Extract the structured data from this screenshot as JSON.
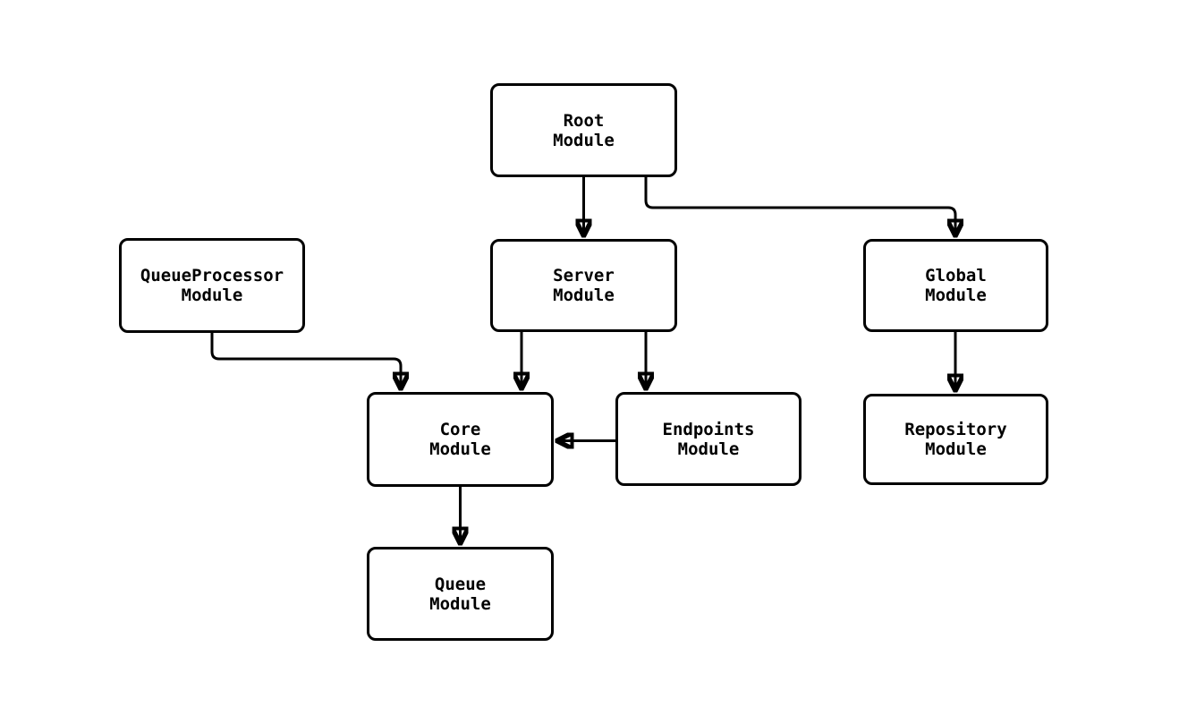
{
  "diagram": {
    "background_color": "#ffffff",
    "stroke_color": "#000000",
    "node_fill_color": "#ffffff",
    "nodes": [
      {
        "id": "root",
        "label": "Root\nModule"
      },
      {
        "id": "queueprocessor",
        "label": "QueueProcessor\nModule"
      },
      {
        "id": "server",
        "label": "Server\nModule"
      },
      {
        "id": "global",
        "label": "Global\nModule"
      },
      {
        "id": "core",
        "label": "Core\nModule"
      },
      {
        "id": "endpoints",
        "label": "Endpoints\nModule"
      },
      {
        "id": "repository",
        "label": "Repository\nModule"
      },
      {
        "id": "queue",
        "label": "Queue\nModule"
      }
    ],
    "edges": [
      {
        "from": "root",
        "to": "server"
      },
      {
        "from": "root",
        "to": "global"
      },
      {
        "from": "queueprocessor",
        "to": "core"
      },
      {
        "from": "server",
        "to": "core"
      },
      {
        "from": "server",
        "to": "endpoints"
      },
      {
        "from": "endpoints",
        "to": "core"
      },
      {
        "from": "global",
        "to": "repository"
      },
      {
        "from": "core",
        "to": "queue"
      }
    ]
  }
}
